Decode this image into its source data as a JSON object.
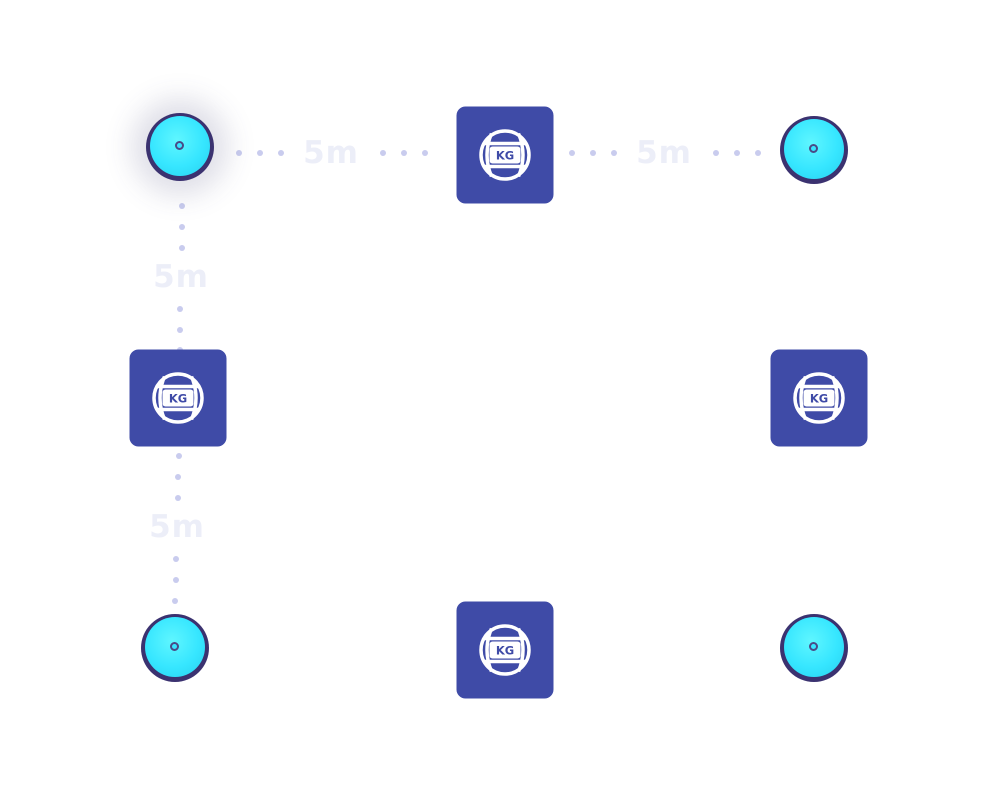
{
  "diagram": {
    "distance_labels": [
      "5m",
      "5m",
      "5m",
      "5m"
    ],
    "device_label": "KG",
    "colors": {
      "tile": "#3f4ba7",
      "sensor": "#36e6ff",
      "sensor_rim": "#3b3270",
      "connector_dots": "#c9ccee",
      "label": "#eceef8"
    },
    "icons": {
      "sensor": "sensor-node-icon",
      "device": "kg-globe-icon"
    }
  }
}
